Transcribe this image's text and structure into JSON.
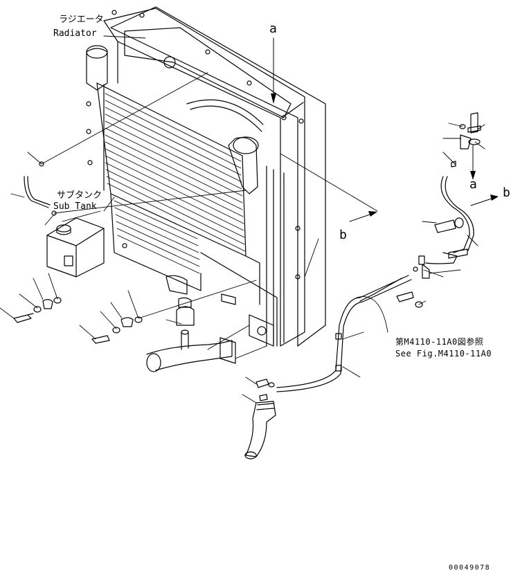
{
  "labels": {
    "radiator_jp": "ラジエータ",
    "radiator_en": "Radiator",
    "subtank_jp": "サブタンク",
    "subtank_en": "Sub Tank",
    "view_a": "a",
    "view_b": "b",
    "ref_jp": "第M4110-11A0図参照",
    "ref_en": "See Fig.M4110-11A0",
    "drawing_code": "00049078"
  }
}
